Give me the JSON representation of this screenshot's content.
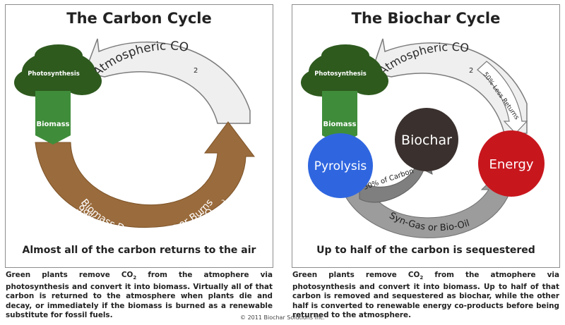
{
  "carbon_cycle": {
    "title": "The Carbon Cycle",
    "atmospheric_label": "Atmospheric CO",
    "atmospheric_sub": "2",
    "photosynthesis_label": "Photosynthesis",
    "biomass_label": "Biomass",
    "decompose_line1": "Biomass Decomposes or Burns",
    "decompose_line2": "99% of Carbon Released as CO",
    "decompose_sub": "2",
    "caption": "Almost all of the carbon returns to the air",
    "description_line1": "Green plants remove CO",
    "description_sub": "2",
    "description_rest": " from the atmophere via photosynthesis and convert it into biomass. Virtually all of that carbon is returned to the atmosphere when plants die and decay, or immediately if the biomass is burned as a renewable substitute for fossil fuels."
  },
  "biochar_cycle": {
    "title": "The Biochar Cycle",
    "atmospheric_label": "Atmospheric CO",
    "atmospheric_sub": "2",
    "less_returns_label": "50% Less Returns",
    "photosynthesis_label": "Photosynthesis",
    "biomass_label": "Biomass",
    "pyrolysis_label": "Pyrolysis",
    "biochar_label": "Biochar",
    "energy_label": "Energy",
    "carbon_label": "50% of Carbon",
    "syngas_label": "Syn-Gas or Bio-Oil",
    "caption": "Up to half of the carbon is sequestered",
    "description_line1": "Green plants remove CO",
    "description_sub": "2",
    "description_rest": " from the atmophere via photosynthesis and convert it into biomass. Up to half of that carbon is removed and sequestered as biochar, while the other half is converted to renewable energy co-products before being returned to the atmosphere."
  },
  "copyright": "© 2011 Biochar Solutions Inc.",
  "colors": {
    "tree_green": "#2e5a1e",
    "biomass_green": "#3f8d3a",
    "brown": "#9a6b3c",
    "pyrolysis_blue": "#2f66e0",
    "biochar_dark": "#3a302d",
    "energy_red": "#c8161d",
    "grey_arrow": "#9c9c9c",
    "light_arrow": "#efefef"
  }
}
